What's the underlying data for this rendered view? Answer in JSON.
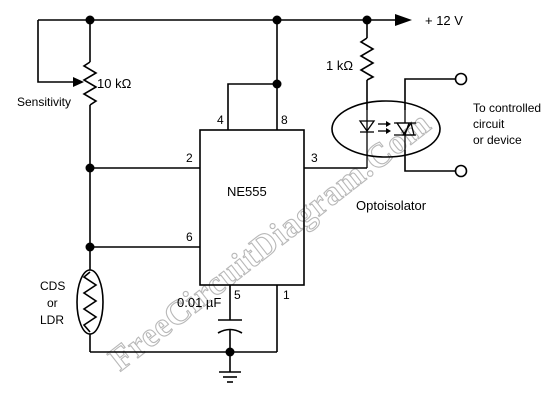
{
  "labels": {
    "supply": "+ 12 V",
    "pot_value": "10 kΩ",
    "pot_name": "Sensitivity",
    "res_value": "1 kΩ",
    "ic_name": "NE555",
    "pin_4": "4",
    "pin_8": "8",
    "pin_2": "2",
    "pin_3": "3",
    "pin_6": "6",
    "pin_5": "5",
    "pin_1": "1",
    "cap_value": "0.01 µF",
    "ldr_line1": "CDS",
    "ldr_line2": "or",
    "ldr_line3": "LDR",
    "opto_name": "Optoisolator",
    "out_line1": "To controlled",
    "out_line2": "circuit",
    "out_line3": "or device"
  },
  "watermark": "FreeCircuitDiagram.Com"
}
